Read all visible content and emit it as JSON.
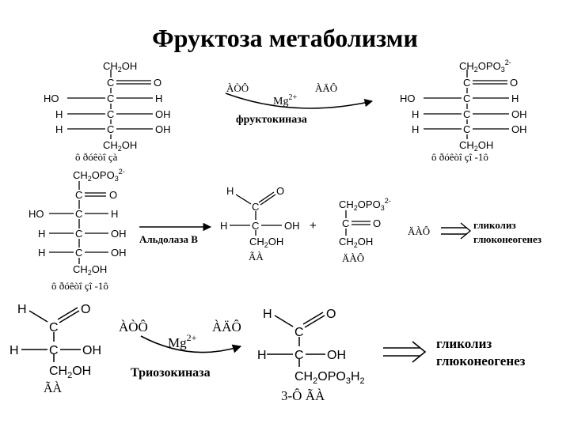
{
  "title": "Фруктоза метаболизми",
  "row1": {
    "left_name": "ô ðóêòî çà",
    "right_name": "ô ðóêòî çî -1ô",
    "arrow_left": "ÀÒÔ",
    "arrow_right": "ÀÄÔ",
    "cofactor": "Mg",
    "cofactor_charge": "2+",
    "enzyme": "фруктокиназа"
  },
  "row2": {
    "left_name": "ô ðóêòî çî -1ô",
    "enzyme": "Альдолаза В",
    "product1_name": "ÃÀ",
    "product2_name": "ÄÀÔ",
    "plus": "+",
    "dap": "ÄÀÔ",
    "pathway1": "гликолиз",
    "pathway2": "глюконеогенез"
  },
  "row3": {
    "left_name": "ÃÀ",
    "arrow_left": "ÀÒÔ",
    "arrow_right": "ÀÄÔ",
    "cofactor": "Mg",
    "cofactor_charge": "2+",
    "enzyme": "Триозокиназа",
    "product_name": "3-Ô ÃÀ",
    "pathway1": "гликолиз",
    "pathway2": "глюконеогенез"
  },
  "atoms": {
    "C": "C",
    "O": "O",
    "H": "H",
    "HO": "HO",
    "OH": "OH",
    "CH": "CH",
    "sub2": "2",
    "sub3": "3",
    "PO": "PO",
    "charge": "2-"
  }
}
